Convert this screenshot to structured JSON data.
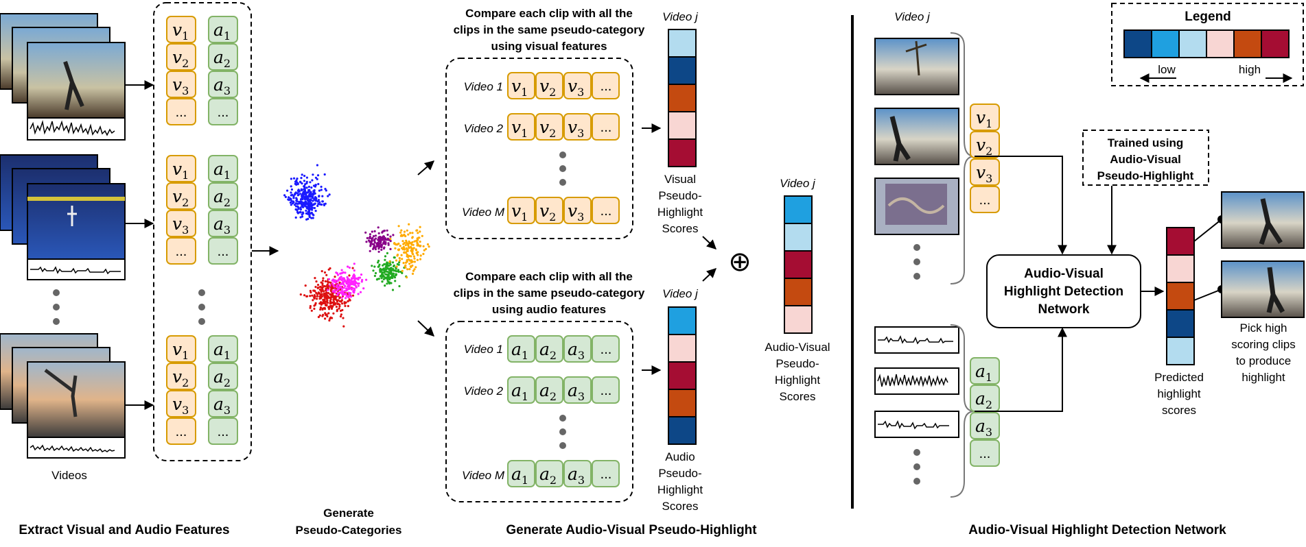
{
  "colors": {
    "visual_fill": "#ffe6cc",
    "visual_stroke": "#d79b00",
    "audio_fill": "#d5e8d4",
    "audio_stroke": "#82b366",
    "score_scale": [
      "#0d4787",
      "#1fa0e0",
      "#b3dcef",
      "#f8d6d3",
      "#c44a10",
      "#a50d33"
    ]
  },
  "sections": {
    "extract": "Extract Visual and Audio Features",
    "pseudo_cat_line1": "Generate",
    "pseudo_cat_line2": "Pseudo-Categories",
    "pseudo_highlight": "Generate Audio-Visual Pseudo-Highlight",
    "network": "Audio-Visual Highlight Detection Network"
  },
  "videos_label": "Videos",
  "features": {
    "v": "v",
    "a": "a",
    "subs": [
      "1",
      "2",
      "3"
    ],
    "ellipsis": "..."
  },
  "compare_visual": {
    "line1": "Compare each clip with all the",
    "line2": "clips in the same pseudo-category",
    "line3": "using visual features"
  },
  "compare_audio": {
    "line1": "Compare each clip with all the",
    "line2": "clips in the same pseudo-category",
    "line3": "using audio features"
  },
  "rows": {
    "video1": "Video 1",
    "video2": "Video 2",
    "videoM": "Video M"
  },
  "video_j": "Video j",
  "visual_scores_label": [
    "Visual",
    "Pseudo-",
    "Highlight",
    "Scores"
  ],
  "audio_scores_label": [
    "Audio",
    "Pseudo-",
    "Highlight",
    "Scores"
  ],
  "av_scores_label": [
    "Audio-Visual",
    "Pseudo-",
    "Highlight",
    "Scores"
  ],
  "score_columns": {
    "visual": [
      2,
      0,
      4,
      3,
      5
    ],
    "audio": [
      1,
      3,
      5,
      4,
      0
    ],
    "combined": [
      1,
      2,
      5,
      4,
      3
    ],
    "predicted": [
      5,
      3,
      4,
      0,
      2
    ]
  },
  "oplus": "⊕",
  "legend": {
    "title": "Legend",
    "low": "low",
    "high": "high"
  },
  "trained": [
    "Trained using",
    "Audio-Visual",
    "Pseudo-Highlight"
  ],
  "network_box": [
    "Audio-Visual",
    "Highlight Detection",
    "Network"
  ],
  "predicted_label": [
    "Predicted",
    "highlight",
    "scores"
  ],
  "pick_label": [
    "Pick high",
    "scoring clips",
    "to produce",
    "highlight"
  ]
}
